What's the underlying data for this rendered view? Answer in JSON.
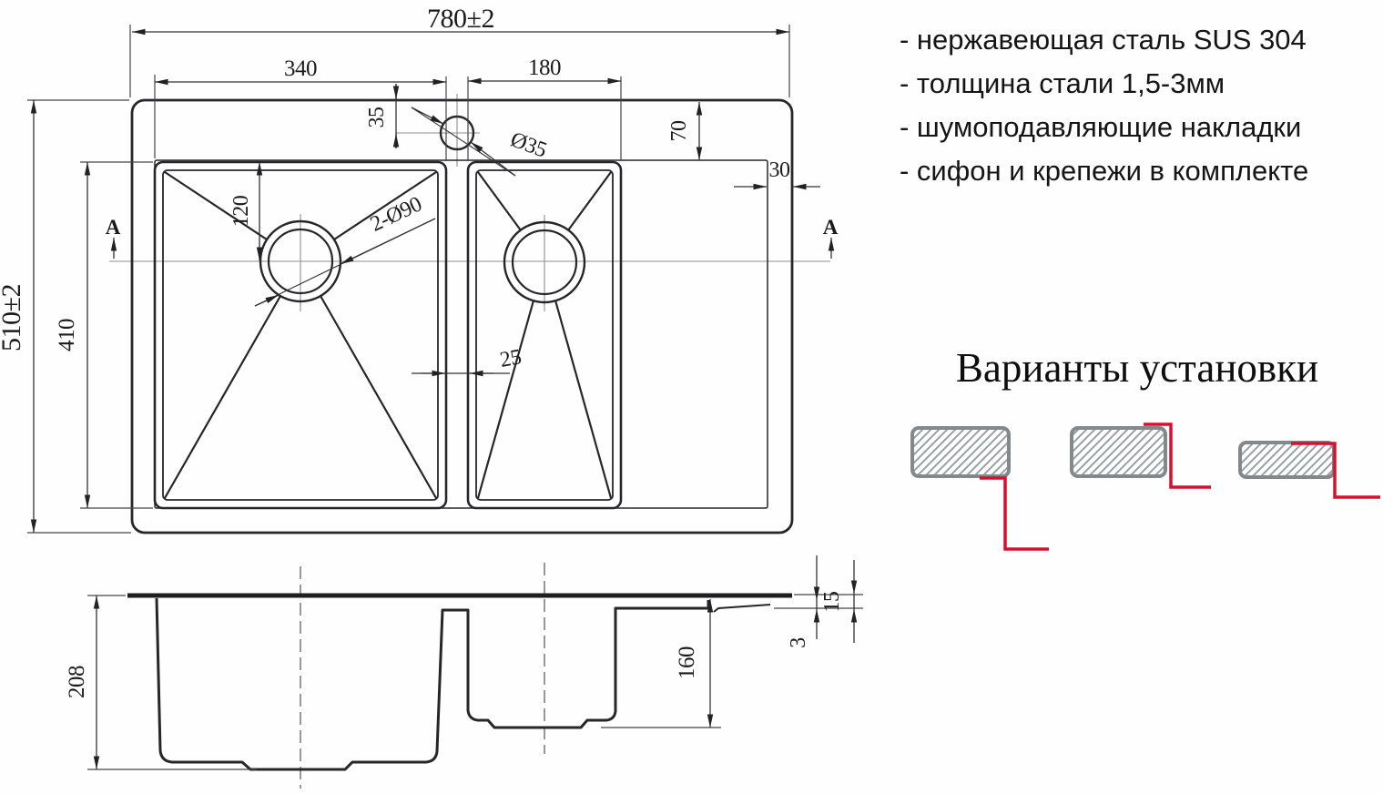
{
  "specs": {
    "items": [
      "- нержавеющая сталь SUS 304",
      "- толщина стали 1,5-3мм",
      "- шумоподавляющие накладки",
      "- сифон и крепежи в комплекте"
    ]
  },
  "installation": {
    "title": "Варианты установки"
  },
  "dims": {
    "overall_width": "780±2",
    "overall_depth": "510±2",
    "left_bowl_width": "340",
    "right_bowl_width": "180",
    "faucet_offset": "35",
    "faucet_hole_diameter": "Ø35",
    "top_margin": "70",
    "right_margin": "30",
    "drain_offset": "120",
    "drain_holes_diameter": "2-Ø90",
    "bowls_gap": "25",
    "bowl_length": "410",
    "total_height": "208",
    "right_bowl_depth": "160",
    "rim_height": "15",
    "rim_thickness": "3",
    "section_marker": "A"
  },
  "colors": {
    "accent_red": "#d8102f",
    "line_dark": "#26262b",
    "line_thin": "#44444a",
    "centerline": "#8f8f95",
    "hatch_gray": "#99a0a4",
    "variant_border_gray": "#83888c"
  }
}
